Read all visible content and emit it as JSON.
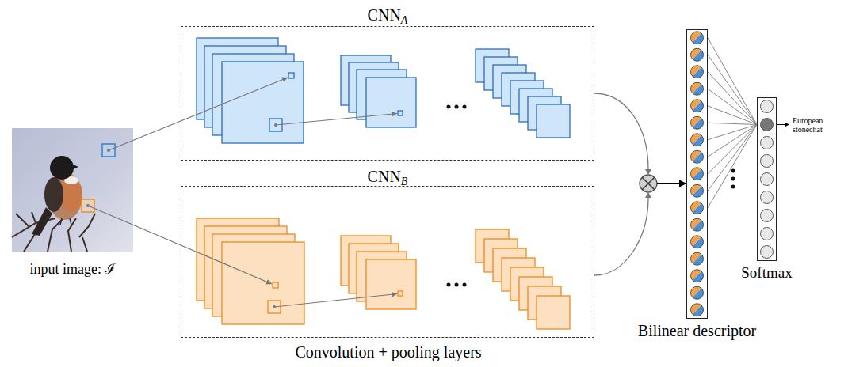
{
  "diagram": {
    "nodes": [
      {
        "text": [
          "input image: ℐ"
        ]
      },
      {
        "text": [
          "CNNA"
        ]
      },
      {
        "text": [
          "CNNB"
        ]
      },
      {
        "text": [
          "Bilinear descriptor"
        ]
      },
      {
        "text": [
          "Softmax"
        ]
      }
    ],
    "edges": [
      {
        "from": 0,
        "to": 1,
        "arrow": "to"
      },
      {
        "from": 0,
        "to": 2,
        "arrow": "to"
      },
      {
        "from": 1,
        "to": 3,
        "arrow": "to"
      },
      {
        "from": 2,
        "to": 3,
        "arrow": "to"
      },
      {
        "from": 3,
        "to": 4,
        "arrow": "none"
      }
    ],
    "labels": [
      "Convolution + pooling layers",
      "European stonechat"
    ]
  }
}
